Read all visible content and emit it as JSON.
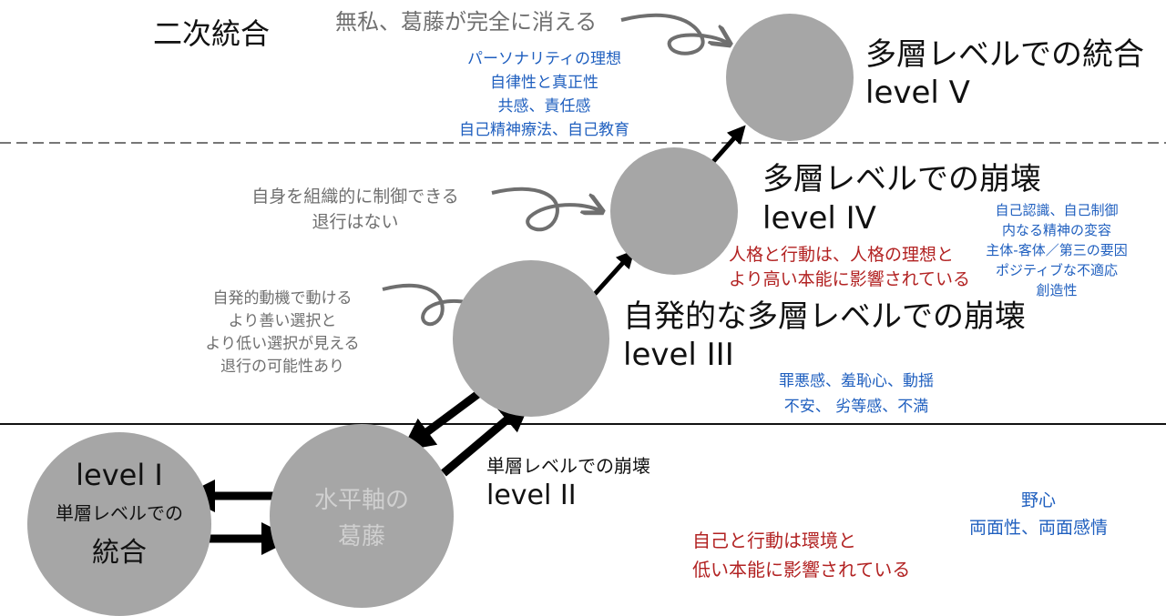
{
  "title": "二次統合",
  "level5": {
    "title": "多層レベルでの統合",
    "level": "level V",
    "note": "無私、葛藤が完全に消える",
    "traits": [
      "パーソナリティの理想",
      "自律性と真正性",
      "共感、責任感",
      "自己精神療法、自己教育"
    ]
  },
  "level4": {
    "title": "多層レベルでの崩壊",
    "level": "level IV",
    "note": [
      "自身を組織的に制御できる",
      "退行はない"
    ],
    "influence": [
      "人格と行動は、人格の理想と",
      "より高い本能に影響されている"
    ],
    "traits": [
      "自己認識、自己制御",
      "内なる精神の変容",
      "主体-客体／第三の要因",
      "ポジティブな不適応",
      "創造性"
    ]
  },
  "level3": {
    "title": "自発的な多層レベルでの崩壊",
    "level": "level III",
    "note": [
      "自発的動機で動ける",
      "より善い選択と",
      "より低い選択が見える",
      "退行の可能性あり"
    ],
    "traits": [
      "罪悪感、羞恥心、動揺",
      "不安、 劣等感、不満"
    ]
  },
  "level2": {
    "title": "単層レベルでの崩壊",
    "level": "level II",
    "circle": [
      "水平軸の",
      "葛藤"
    ],
    "influence": [
      "自己と行動は環境と",
      "低い本能に影響されている"
    ],
    "traits": [
      "野心",
      "両面性、両面感情"
    ]
  },
  "level1": {
    "level": "level I",
    "subtitle": "単層レベルでの",
    "title": "統合"
  },
  "colors": {
    "circle": "#a6a6a6",
    "grey_text": "#6f6f6f",
    "blue_text": "#1f5fbf",
    "red_text": "#b22222"
  }
}
